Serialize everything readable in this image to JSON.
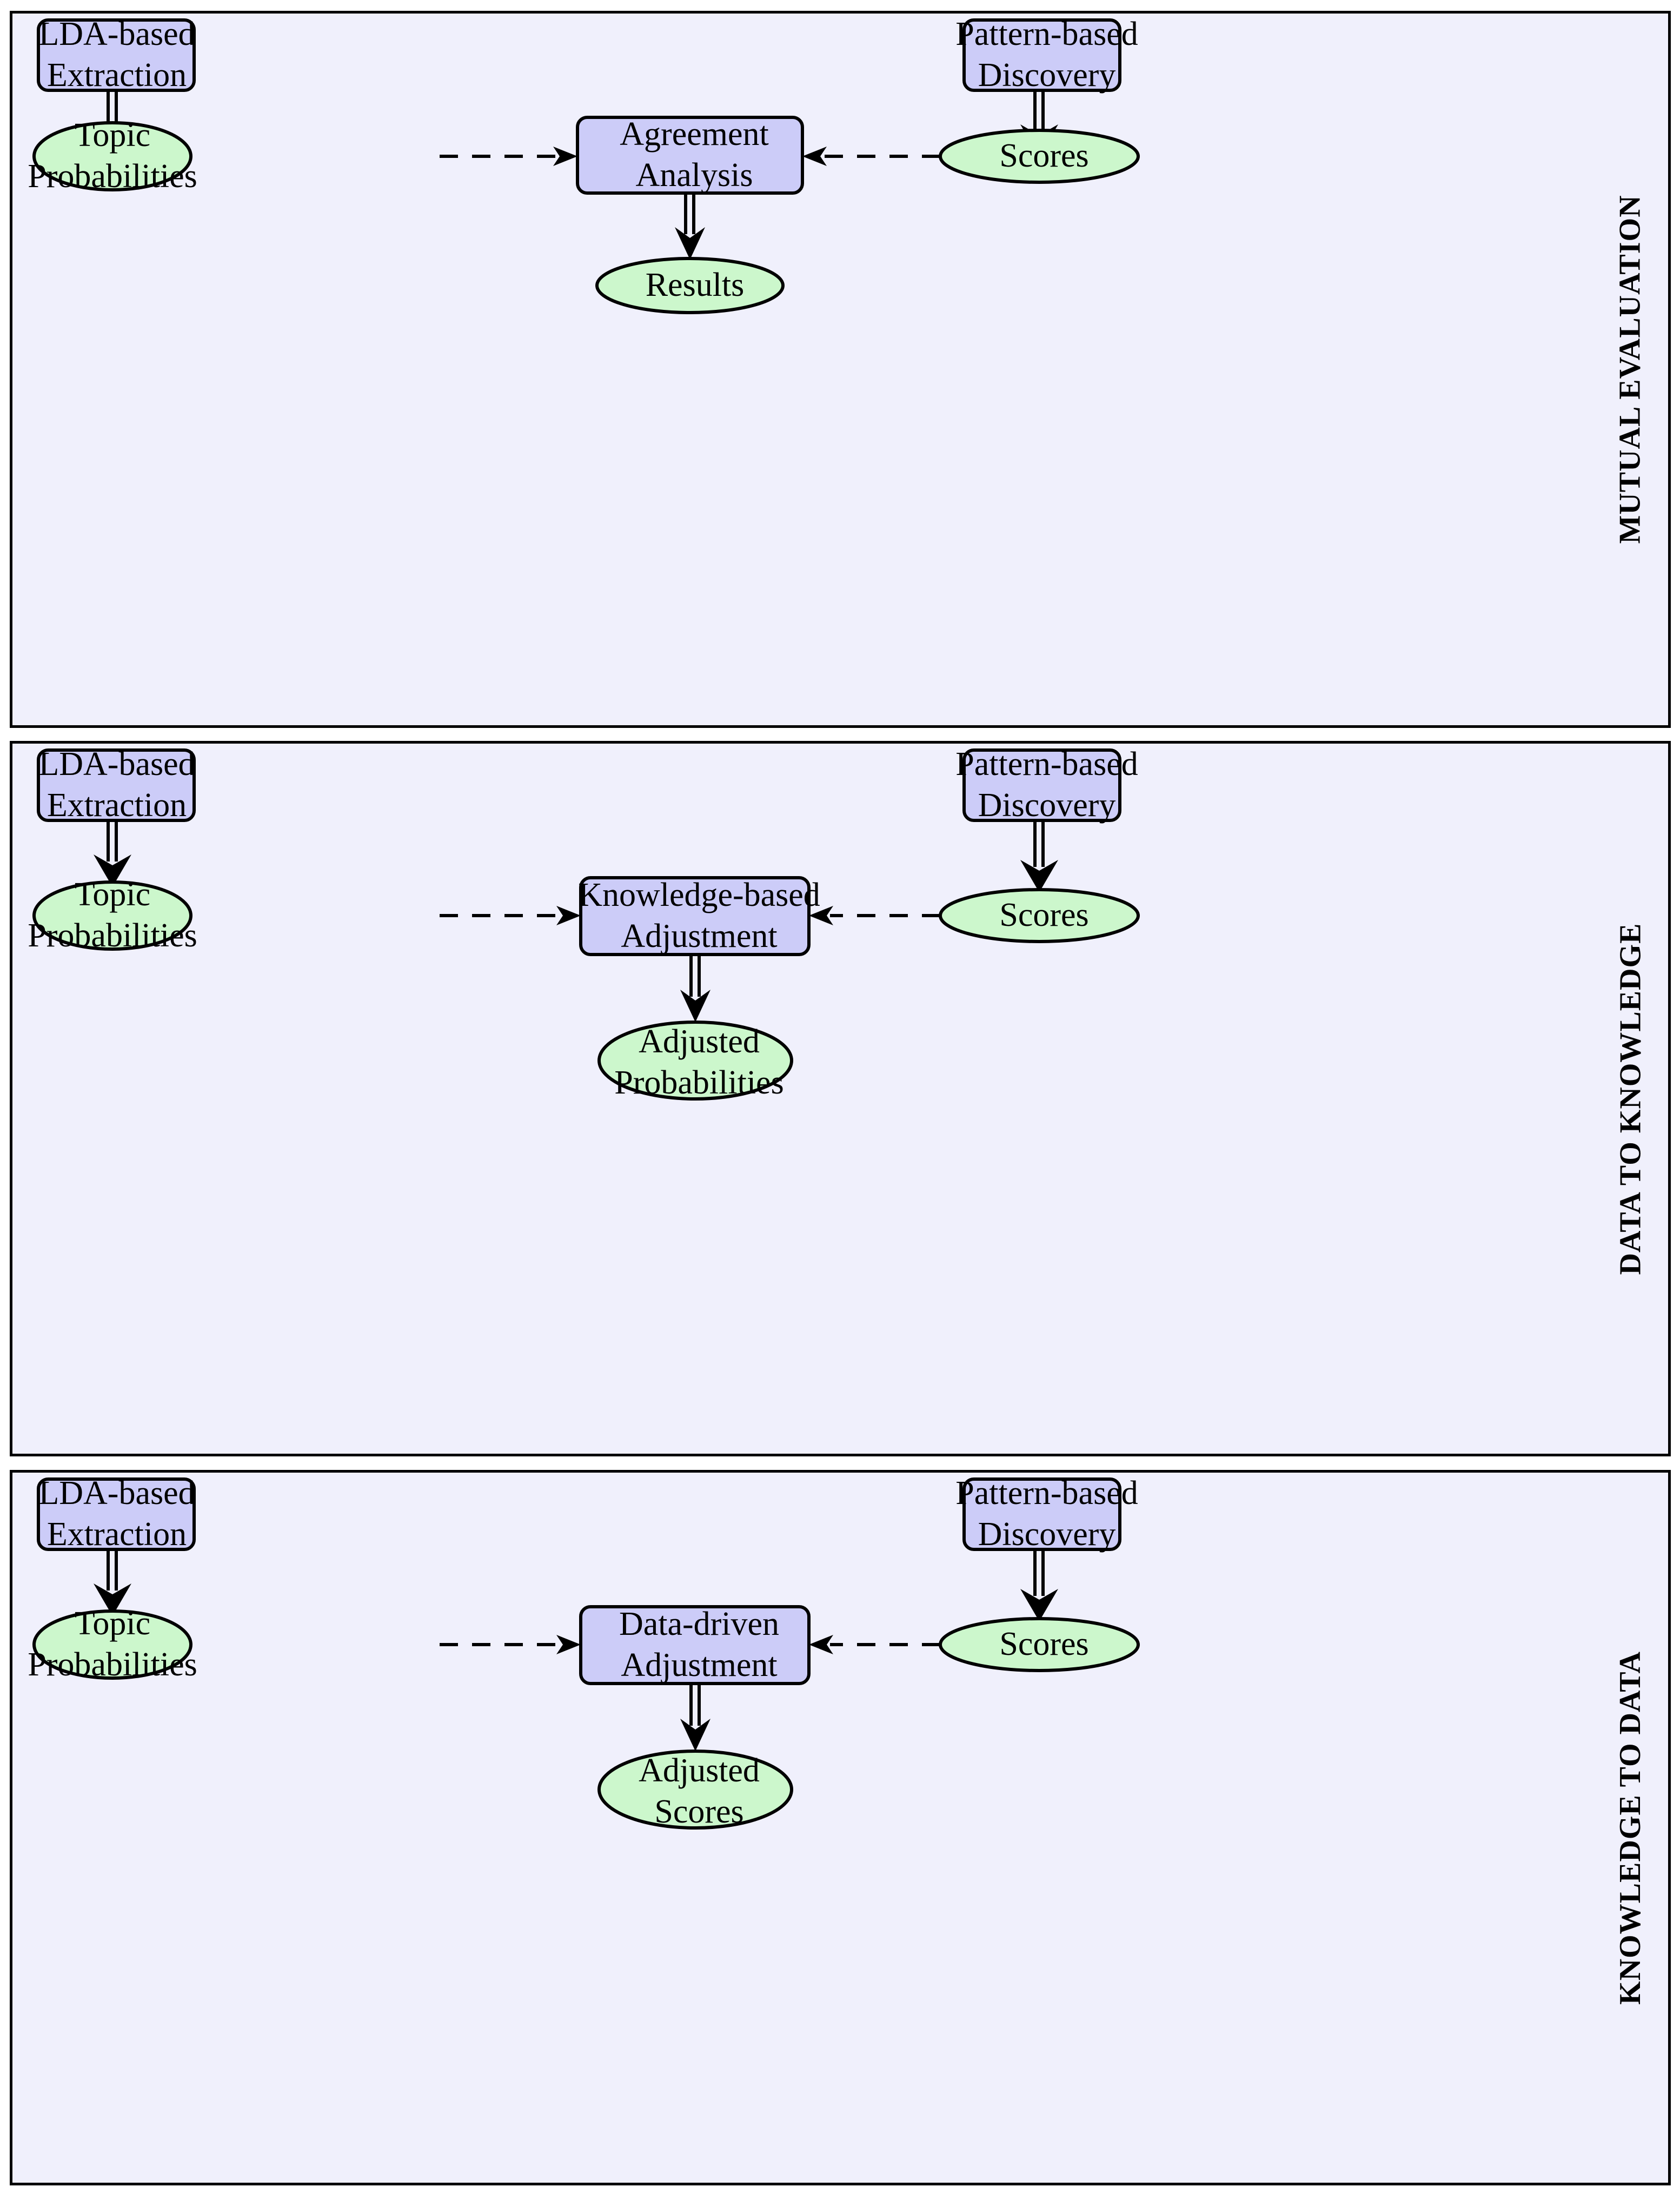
{
  "figure": {
    "type": "flow-diagram",
    "background": "#ffffff",
    "panel_background": "#f0f0fc",
    "process_fill": "#ccccf8",
    "data_fill": "#ccf7cc",
    "stroke": "#000000"
  },
  "panels": [
    {
      "id": "mutual-evaluation",
      "side_label": "MUTUAL EVALUATION",
      "nodes": {
        "lda": {
          "line1": "LDA-based",
          "line2": "Extraction"
        },
        "pattern": {
          "line1": "Pattern-based",
          "line2": "Discovery"
        },
        "topic": {
          "line1": "Topic",
          "line2": "Probabilities"
        },
        "scores": {
          "line1": "Scores",
          "line2": ""
        },
        "center": {
          "line1": "Agreement",
          "line2": "Analysis"
        },
        "output": {
          "line1": "Results",
          "line2": ""
        }
      },
      "edges": [
        {
          "from": "lda",
          "to": "topic",
          "style": "double-solid"
        },
        {
          "from": "pattern",
          "to": "scores",
          "style": "double-solid"
        },
        {
          "from": "topic",
          "to": "center",
          "style": "dashed"
        },
        {
          "from": "scores",
          "to": "center",
          "style": "dashed"
        },
        {
          "from": "center",
          "to": "output",
          "style": "double-solid"
        }
      ]
    },
    {
      "id": "data-to-knowledge",
      "side_label": "DATA TO KNOWLEDGE",
      "nodes": {
        "lda": {
          "line1": "LDA-based",
          "line2": "Extraction"
        },
        "pattern": {
          "line1": "Pattern-based",
          "line2": "Discovery"
        },
        "topic": {
          "line1": "Topic",
          "line2": "Probabilities"
        },
        "scores": {
          "line1": "Scores",
          "line2": ""
        },
        "center": {
          "line1": "Knowledge-based",
          "line2": "Adjustment"
        },
        "output": {
          "line1": "Adjusted",
          "line2": "Probabilities"
        }
      },
      "edges": [
        {
          "from": "lda",
          "to": "topic",
          "style": "double-solid"
        },
        {
          "from": "pattern",
          "to": "scores",
          "style": "double-solid"
        },
        {
          "from": "topic",
          "to": "center",
          "style": "dashed"
        },
        {
          "from": "scores",
          "to": "center",
          "style": "dashed"
        },
        {
          "from": "center",
          "to": "output",
          "style": "double-solid"
        }
      ]
    },
    {
      "id": "knowledge-to-data",
      "side_label": "KNOWLEDGE TO DATA",
      "nodes": {
        "lda": {
          "line1": "LDA-based",
          "line2": "Extraction"
        },
        "pattern": {
          "line1": "Pattern-based",
          "line2": "Discovery"
        },
        "topic": {
          "line1": "Topic",
          "line2": "Probabilities"
        },
        "scores": {
          "line1": "Scores",
          "line2": ""
        },
        "center": {
          "line1": "Data-driven",
          "line2": "Adjustment"
        },
        "output": {
          "line1": "Adjusted",
          "line2": "Scores"
        }
      },
      "edges": [
        {
          "from": "lda",
          "to": "topic",
          "style": "double-solid"
        },
        {
          "from": "pattern",
          "to": "scores",
          "style": "double-solid"
        },
        {
          "from": "topic",
          "to": "center",
          "style": "dashed"
        },
        {
          "from": "scores",
          "to": "center",
          "style": "dashed"
        },
        {
          "from": "center",
          "to": "output",
          "style": "double-solid"
        }
      ]
    }
  ]
}
